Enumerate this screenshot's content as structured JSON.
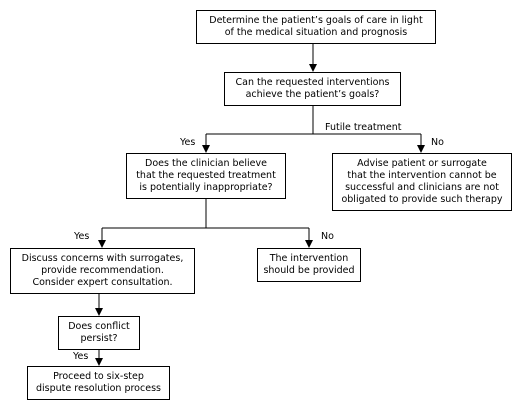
{
  "nodes": {
    "goals_of_care": "Determine the patient’s goals of care in light\nof the medical situation and prognosis",
    "achieve_goals": "Can the requested interventions\nachieve the patient’s goals?",
    "potentially_inappropriate": "Does the clinician believe\nthat the requested treatment\nis potentially inappropriate?",
    "advise_futile": "Advise patient or surrogate\nthat the intervention cannot be\nsuccessful and clinicians are not\nobligated to provide such therapy",
    "discuss_concerns": "Discuss concerns with surrogates,\nprovide recommendation.\nConsider expert consultation.",
    "should_be_provided": "The intervention\nshould be provided",
    "conflict_persist": "Does conflict\npersist?",
    "six_step": "Proceed to six-step\ndispute resolution process"
  },
  "edge_labels": {
    "yes_1": "Yes",
    "futile_treatment": "Futile treatment",
    "no_1": "No",
    "yes_2": "Yes",
    "no_2": "No",
    "yes_3": "Yes"
  },
  "colors": {
    "line": "#000000",
    "box_border": "#000000",
    "background": "#ffffff"
  }
}
